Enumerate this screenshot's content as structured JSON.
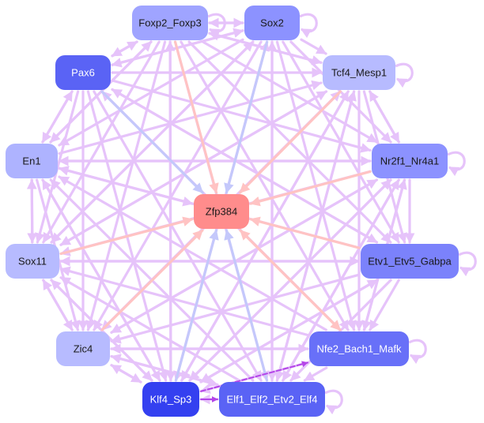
{
  "diagram": {
    "type": "gene-regulatory-network",
    "center": "Zfp384",
    "nodes": [
      {
        "id": "Zfp384",
        "label": "Zfp384",
        "color": "#ff8c8c",
        "text_color": "#1a1a1a"
      },
      {
        "id": "Foxp2_Foxp3",
        "label": "Foxp2_Foxp3",
        "color": "#9fa4ff",
        "text_color": "#1a1a1a"
      },
      {
        "id": "Sox2",
        "label": "Sox2",
        "color": "#8c92ff",
        "text_color": "#1a1a1a"
      },
      {
        "id": "Pax6",
        "label": "Pax6",
        "color": "#5a63f5",
        "text_color": "#ffffff"
      },
      {
        "id": "Tcf4_Mesp1",
        "label": "Tcf4_Mesp1",
        "color": "#b7bbff",
        "text_color": "#1a1a1a"
      },
      {
        "id": "En1",
        "label": "En1",
        "color": "#aeb3ff",
        "text_color": "#1a1a1a"
      },
      {
        "id": "Nr2f1_Nr4a1",
        "label": "Nr2f1_Nr4a1",
        "color": "#8c92ff",
        "text_color": "#1a1a1a"
      },
      {
        "id": "Sox11",
        "label": "Sox11",
        "color": "#b7bbff",
        "text_color": "#1a1a1a"
      },
      {
        "id": "Etv1_Etv5_Gabpa",
        "label": "Etv1_Etv5_Gabpa",
        "color": "#7b82fb",
        "text_color": "#1a1a1a"
      },
      {
        "id": "Zic4",
        "label": "Zic4",
        "color": "#b7bbff",
        "text_color": "#1a1a1a"
      },
      {
        "id": "Nfe2_Bach1_Mafk",
        "label": "Nfe2_Bach1_Mafk",
        "color": "#6870f8",
        "text_color": "#ffffff"
      },
      {
        "id": "Klf4_Sp3",
        "label": "Klf4_Sp3",
        "color": "#3440f0",
        "text_color": "#ffffff"
      },
      {
        "id": "Elf1_Elf2_Etv2_Elf4",
        "label": "Elf1_Elf2_Etv2_Elf4",
        "color": "#5a63f5",
        "text_color": "#ffffff"
      }
    ],
    "edge_colors": {
      "default": "#e6c3fa",
      "red": "#ffc3c3",
      "blue": "#c4c8fb",
      "highlight": "#b445e8"
    },
    "edges": [
      {
        "from": "Pax6",
        "to": "Zfp384",
        "color": "blue"
      },
      {
        "from": "Foxp2_Foxp3",
        "to": "Zfp384",
        "color": "red"
      },
      {
        "from": "Sox2",
        "to": "Zfp384",
        "color": "blue"
      },
      {
        "from": "Tcf4_Mesp1",
        "to": "Zfp384",
        "color": "red"
      },
      {
        "from": "Nr2f1_Nr4a1",
        "to": "Zfp384",
        "color": "red"
      },
      {
        "from": "Etv1_Etv5_Gabpa",
        "to": "Zfp384",
        "color": "red"
      },
      {
        "from": "Nfe2_Bach1_Mafk",
        "to": "Zfp384",
        "color": "red"
      },
      {
        "from": "Elf1_Elf2_Etv2_Elf4",
        "to": "Zfp384",
        "color": "blue"
      },
      {
        "from": "Klf4_Sp3",
        "to": "Zfp384",
        "color": "blue"
      },
      {
        "from": "Zic4",
        "to": "Zfp384",
        "color": "red"
      },
      {
        "from": "Sox11",
        "to": "Zfp384",
        "color": "red"
      },
      {
        "from": "En1",
        "to": "Zfp384",
        "color": "default"
      },
      {
        "from": "Zfp384",
        "to": "Nfe2_Bach1_Mafk",
        "color": "red"
      },
      {
        "from": "Klf4_Sp3",
        "to": "Nfe2_Bach1_Mafk",
        "color": "highlight",
        "dashed": true
      },
      {
        "from": "Klf4_Sp3",
        "to": "Elf1_Elf2_Etv2_Elf4",
        "color": "highlight"
      },
      {
        "from": "Foxp2_Foxp3",
        "to": "Sox2"
      },
      {
        "from": "Sox2",
        "to": "Foxp2_Foxp3"
      },
      {
        "from": "Sox2",
        "to": "Tcf4_Mesp1"
      },
      {
        "from": "Foxp2_Foxp3",
        "to": "Pax6"
      },
      {
        "from": "Pax6",
        "to": "Foxp2_Foxp3"
      },
      {
        "from": "Pax6",
        "to": "Sox2"
      },
      {
        "from": "Pax6",
        "to": "Tcf4_Mesp1"
      },
      {
        "from": "Pax6",
        "to": "En1"
      },
      {
        "from": "Pax6",
        "to": "Sox11"
      },
      {
        "from": "Pax6",
        "to": "Zic4"
      },
      {
        "from": "Pax6",
        "to": "Nr2f1_Nr4a1"
      },
      {
        "from": "Pax6",
        "to": "Etv1_Etv5_Gabpa"
      },
      {
        "from": "Pax6",
        "to": "Nfe2_Bach1_Mafk"
      },
      {
        "from": "Pax6",
        "to": "Klf4_Sp3"
      },
      {
        "from": "Pax6",
        "to": "Elf1_Elf2_Etv2_Elf4"
      },
      {
        "from": "Foxp2_Foxp3",
        "to": "Tcf4_Mesp1"
      },
      {
        "from": "Foxp2_Foxp3",
        "to": "Nr2f1_Nr4a1"
      },
      {
        "from": "Foxp2_Foxp3",
        "to": "Etv1_Etv5_Gabpa"
      },
      {
        "from": "Foxp2_Foxp3",
        "to": "En1"
      },
      {
        "from": "Foxp2_Foxp3",
        "to": "Sox11"
      },
      {
        "from": "Foxp2_Foxp3",
        "to": "Zic4"
      },
      {
        "from": "Foxp2_Foxp3",
        "to": "Klf4_Sp3"
      },
      {
        "from": "Foxp2_Foxp3",
        "to": "Elf1_Elf2_Etv2_Elf4"
      },
      {
        "from": "Foxp2_Foxp3",
        "to": "Nfe2_Bach1_Mafk"
      },
      {
        "from": "Sox2",
        "to": "Nr2f1_Nr4a1"
      },
      {
        "from": "Sox2",
        "to": "Etv1_Etv5_Gabpa"
      },
      {
        "from": "Sox2",
        "to": "Nfe2_Bach1_Mafk"
      },
      {
        "from": "Sox2",
        "to": "Elf1_Elf2_Etv2_Elf4"
      },
      {
        "from": "Sox2",
        "to": "Klf4_Sp3"
      },
      {
        "from": "Sox2",
        "to": "Zic4"
      },
      {
        "from": "Sox2",
        "to": "Sox11"
      },
      {
        "from": "Sox2",
        "to": "En1"
      },
      {
        "from": "Sox2",
        "to": "Pax6"
      },
      {
        "from": "Tcf4_Mesp1",
        "to": "Nr2f1_Nr4a1"
      },
      {
        "from": "Tcf4_Mesp1",
        "to": "Etv1_Etv5_Gabpa"
      },
      {
        "from": "Tcf4_Mesp1",
        "to": "Nfe2_Bach1_Mafk"
      },
      {
        "from": "Tcf4_Mesp1",
        "to": "Elf1_Elf2_Etv2_Elf4"
      },
      {
        "from": "Tcf4_Mesp1",
        "to": "Klf4_Sp3"
      },
      {
        "from": "Tcf4_Mesp1",
        "to": "Zic4"
      },
      {
        "from": "Tcf4_Mesp1",
        "to": "Sox11"
      },
      {
        "from": "Tcf4_Mesp1",
        "to": "Foxp2_Foxp3"
      },
      {
        "from": "Nr2f1_Nr4a1",
        "to": "Etv1_Etv5_Gabpa"
      },
      {
        "from": "Nr2f1_Nr4a1",
        "to": "Nfe2_Bach1_Mafk"
      },
      {
        "from": "Nr2f1_Nr4a1",
        "to": "Elf1_Elf2_Etv2_Elf4"
      },
      {
        "from": "Nr2f1_Nr4a1",
        "to": "Klf4_Sp3"
      },
      {
        "from": "Nr2f1_Nr4a1",
        "to": "Zic4"
      },
      {
        "from": "Nr2f1_Nr4a1",
        "to": "Sox11"
      },
      {
        "from": "Nr2f1_Nr4a1",
        "to": "En1"
      },
      {
        "from": "Nr2f1_Nr4a1",
        "to": "Tcf4_Mesp1"
      },
      {
        "from": "Etv1_Etv5_Gabpa",
        "to": "Nfe2_Bach1_Mafk"
      },
      {
        "from": "Etv1_Etv5_Gabpa",
        "to": "Elf1_Elf2_Etv2_Elf4"
      },
      {
        "from": "Etv1_Etv5_Gabpa",
        "to": "Klf4_Sp3"
      },
      {
        "from": "Etv1_Etv5_Gabpa",
        "to": "Zic4"
      },
      {
        "from": "Etv1_Etv5_Gabpa",
        "to": "Sox11"
      },
      {
        "from": "Etv1_Etv5_Gabpa",
        "to": "En1"
      },
      {
        "from": "Etv1_Etv5_Gabpa",
        "to": "Pax6"
      },
      {
        "from": "Nfe2_Bach1_Mafk",
        "to": "Elf1_Elf2_Etv2_Elf4"
      },
      {
        "from": "Nfe2_Bach1_Mafk",
        "to": "Klf4_Sp3"
      },
      {
        "from": "Nfe2_Bach1_Mafk",
        "to": "Zic4"
      },
      {
        "from": "Nfe2_Bach1_Mafk",
        "to": "Sox11"
      },
      {
        "from": "Nfe2_Bach1_Mafk",
        "to": "En1"
      },
      {
        "from": "Nfe2_Bach1_Mafk",
        "to": "Nr2f1_Nr4a1"
      },
      {
        "from": "Nfe2_Bach1_Mafk",
        "to": "Pax6"
      },
      {
        "from": "Elf1_Elf2_Etv2_Elf4",
        "to": "Klf4_Sp3"
      },
      {
        "from": "Elf1_Elf2_Etv2_Elf4",
        "to": "Zic4"
      },
      {
        "from": "Elf1_Elf2_Etv2_Elf4",
        "to": "Sox11"
      },
      {
        "from": "Elf1_Elf2_Etv2_Elf4",
        "to": "En1"
      },
      {
        "from": "Elf1_Elf2_Etv2_Elf4",
        "to": "Nr2f1_Nr4a1"
      },
      {
        "from": "Elf1_Elf2_Etv2_Elf4",
        "to": "Tcf4_Mesp1"
      },
      {
        "from": "Elf1_Elf2_Etv2_Elf4",
        "to": "Sox2"
      },
      {
        "from": "Klf4_Sp3",
        "to": "Zic4"
      },
      {
        "from": "Klf4_Sp3",
        "to": "Sox11"
      },
      {
        "from": "Klf4_Sp3",
        "to": "En1"
      },
      {
        "from": "Klf4_Sp3",
        "to": "Nr2f1_Nr4a1"
      },
      {
        "from": "Klf4_Sp3",
        "to": "Etv1_Etv5_Gabpa"
      },
      {
        "from": "Klf4_Sp3",
        "to": "Tcf4_Mesp1"
      },
      {
        "from": "Klf4_Sp3",
        "to": "Sox2"
      },
      {
        "from": "Klf4_Sp3",
        "to": "Foxp2_Foxp3"
      },
      {
        "from": "Zic4",
        "to": "Sox11"
      },
      {
        "from": "Zic4",
        "to": "Klf4_Sp3"
      },
      {
        "from": "Zic4",
        "to": "Elf1_Elf2_Etv2_Elf4"
      },
      {
        "from": "Zic4",
        "to": "Nfe2_Bach1_Mafk"
      },
      {
        "from": "Zic4",
        "to": "Nr2f1_Nr4a1"
      },
      {
        "from": "Zic4",
        "to": "Tcf4_Mesp1"
      },
      {
        "from": "Sox11",
        "to": "En1"
      },
      {
        "from": "Sox11",
        "to": "Zic4"
      },
      {
        "from": "Sox11",
        "to": "Klf4_Sp3"
      },
      {
        "from": "Sox11",
        "to": "Etv1_Etv5_Gabpa"
      },
      {
        "from": "Sox11",
        "to": "Tcf4_Mesp1"
      },
      {
        "from": "Sox11",
        "to": "Sox2"
      },
      {
        "from": "En1",
        "to": "Sox11"
      },
      {
        "from": "En1",
        "to": "Zic4"
      },
      {
        "from": "En1",
        "to": "Klf4_Sp3"
      },
      {
        "from": "En1",
        "to": "Nr2f1_Nr4a1"
      },
      {
        "from": "En1",
        "to": "Tcf4_Mesp1"
      },
      {
        "from": "En1",
        "to": "Foxp2_Foxp3"
      },
      {
        "from": "En1",
        "to": "Pax6"
      }
    ],
    "self_loops": [
      "Foxp2_Foxp3",
      "Sox2",
      "Tcf4_Mesp1",
      "Nr2f1_Nr4a1",
      "Etv1_Etv5_Gabpa",
      "Nfe2_Bach1_Mafk",
      "Elf1_Elf2_Etv2_Elf4"
    ]
  }
}
